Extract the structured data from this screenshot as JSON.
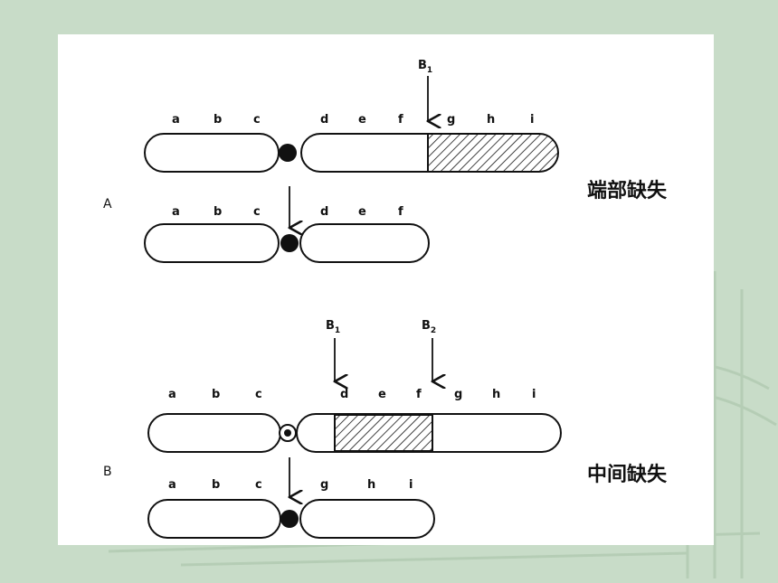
{
  "colors": {
    "background": "#c8dcc8",
    "panel": "#ffffff",
    "ink": "#111111"
  },
  "panel_a": {
    "tag": "A",
    "title": "端部缺失",
    "break_label": "B",
    "break_sub": "1",
    "top_genes": [
      "a",
      "b",
      "c",
      "d",
      "e",
      "f",
      "g",
      "h",
      "i"
    ],
    "bottom_genes": [
      "a",
      "b",
      "c",
      "d",
      "e",
      "f"
    ]
  },
  "panel_b": {
    "tag": "B",
    "title": "中间缺失",
    "break1_label": "B",
    "break1_sub": "1",
    "break2_label": "B",
    "break2_sub": "2",
    "top_genes": [
      "a",
      "b",
      "c",
      "d",
      "e",
      "f",
      "g",
      "h",
      "i"
    ],
    "bottom_genes": [
      "a",
      "b",
      "c",
      "g",
      "h",
      "i"
    ]
  }
}
